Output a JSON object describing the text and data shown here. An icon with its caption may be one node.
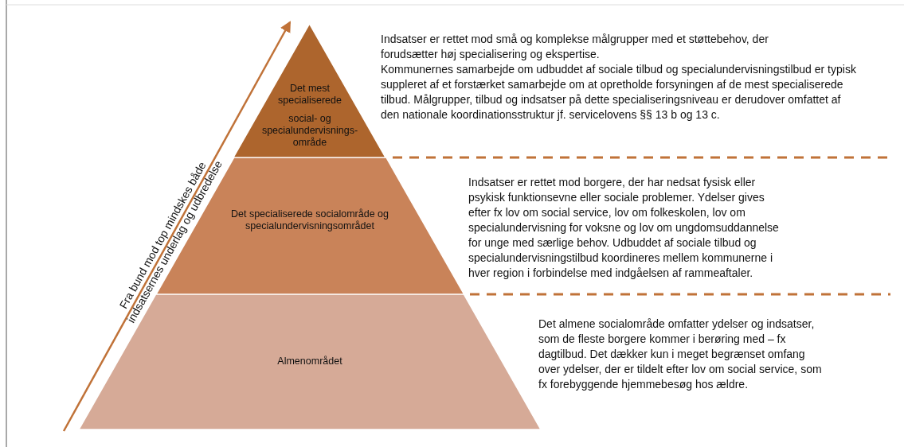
{
  "diagram": {
    "nodes": [
      {
        "text": [
          "Det mest specialiserede",
          "social- og specialundervisnings- område"
        ]
      },
      {
        "text": [
          "Det specialiserede socialområde og specialundervisningsområdet"
        ]
      },
      {
        "text": [
          "Almenområdet"
        ]
      }
    ],
    "labels": [
      "Fra bund mod top mindskes både indsatsernes underlag og udbredelse",
      "Indsatser er rettet mod små og komplekse målgrupper med et støttebehov, der forudsætter høj specialisering og ekspertise.",
      "Kommunernes samarbejde om udbuddet af sociale tilbud og specialundervisningstilbud er typisk suppleret af et forstærket samarbejde om at opretholde forsyningen af de mest specialiserede tilbud. Målgrupper, tilbud og indsatser på dette specialiseringsniveau er derudover omfattet af den nationale koordinationsstruktur jf. servicelovens §§ 13 b og 13 c.",
      "Indsatser er rettet mod borgere, der har nedsat fysisk eller psykisk funktionsevne eller sociale problemer. Ydelser gives efter fx lov om social service, lov om folkeskolen, lov om specialundervisning for voksne og lov om ungdomsuddannelse for unge med særlige behov. Udbuddet af sociale tilbud og specialundervisningstilbud koordineres mellem kommunerne i hver region i forbindelse med indgåelsen af rammeaftaler.",
      "Det almene socialområde omfatter ydelser og indsatser, som de fleste borgere kommer i berøring med – fx dagtilbud. Det dækker kun i meget begrænset omfang over ydelser, der er tildelt efter lov om social service, som fx forebyggende hjemmebesøg hos ældre."
    ]
  }
}
